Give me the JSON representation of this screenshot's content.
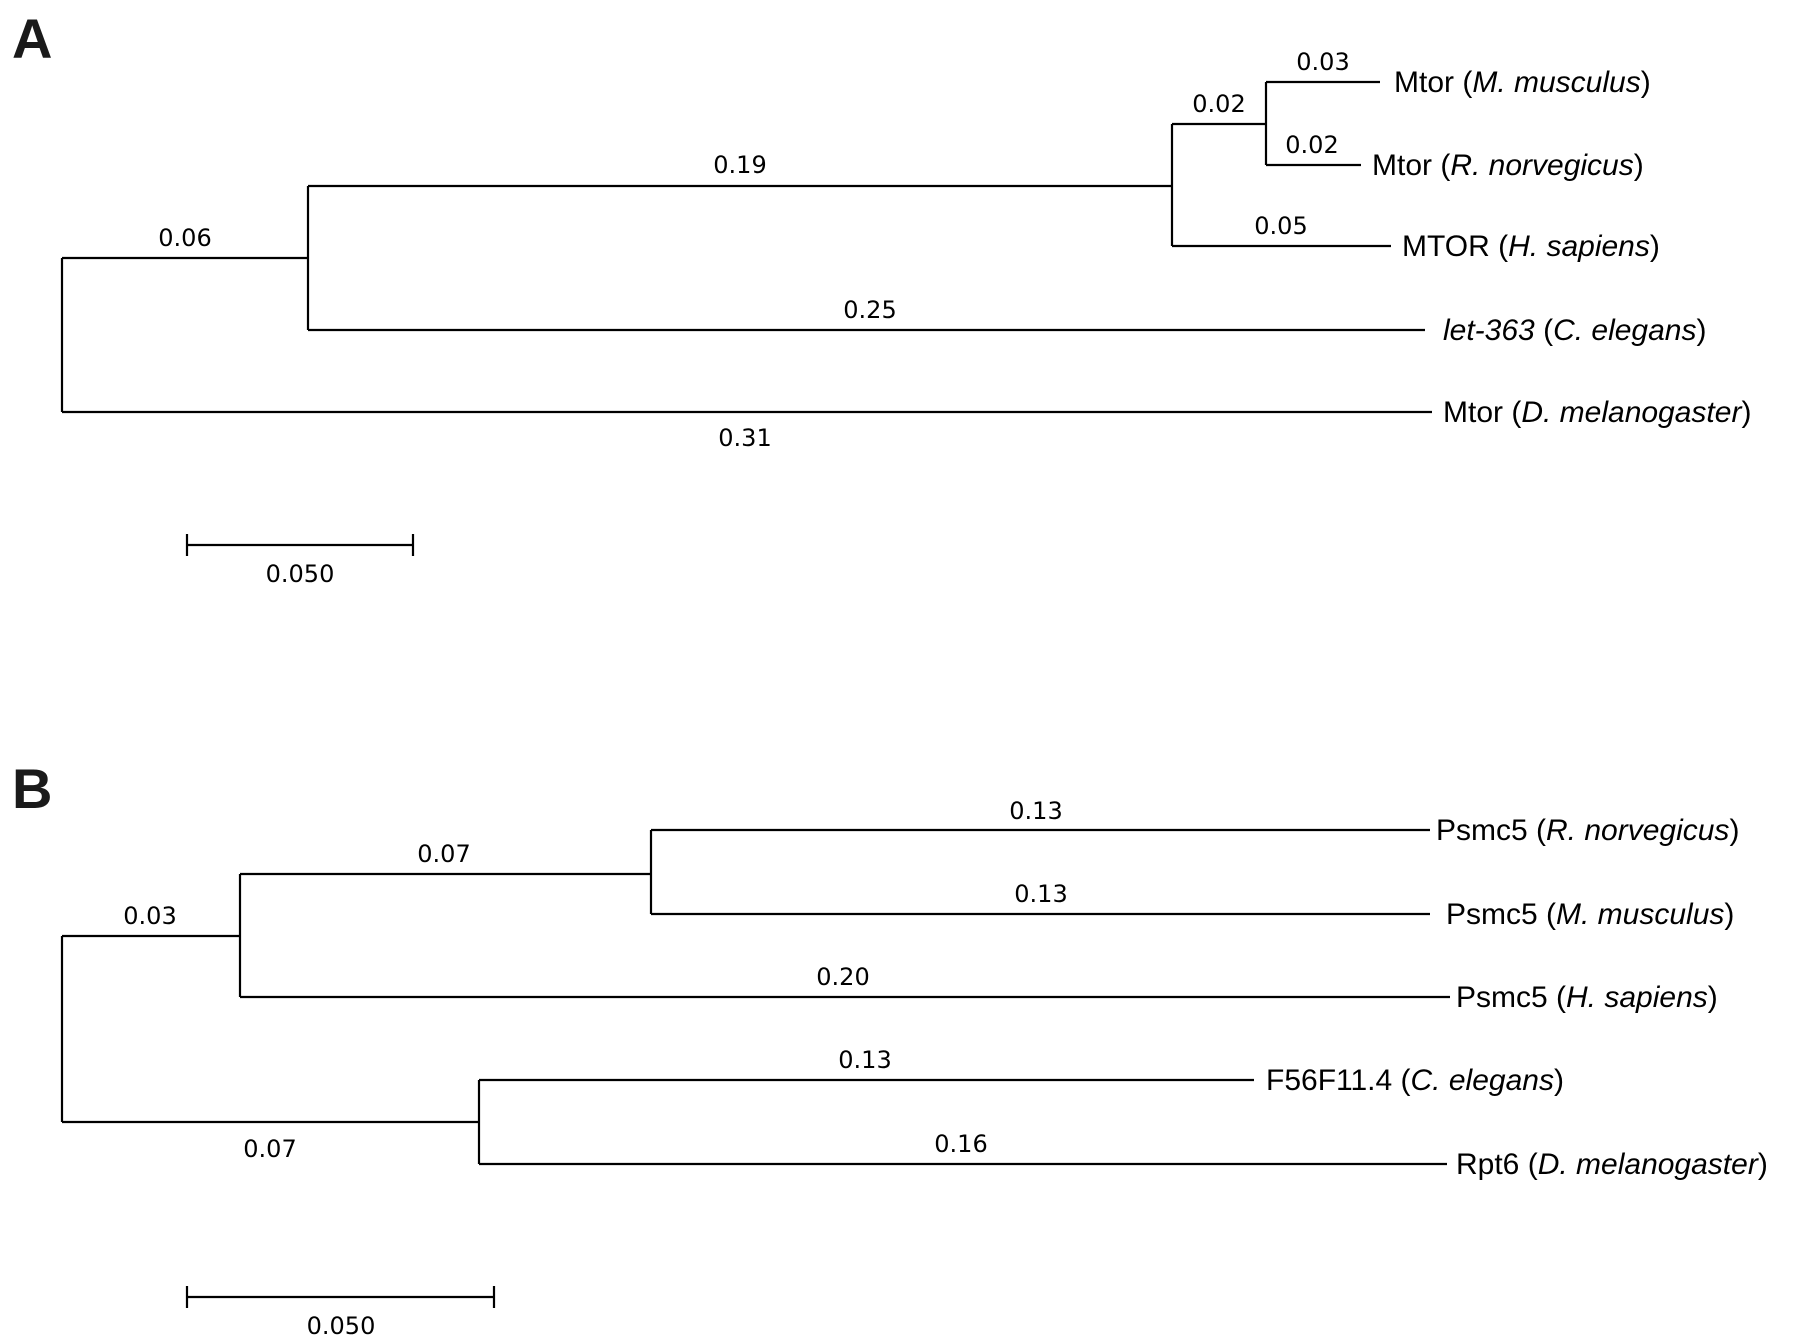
{
  "panels": [
    {
      "label": "A",
      "scale_bar": "0.050",
      "branch_lengths": [
        "0.03",
        "0.02",
        "0.02",
        "0.19",
        "0.05",
        "0.06",
        "0.25",
        "0.31"
      ],
      "taxa": [
        {
          "gene": "Mtor",
          "species": "M. musculus",
          "gene_italic": false
        },
        {
          "gene": "Mtor",
          "species": "R. norvegicus",
          "gene_italic": false
        },
        {
          "gene": "MTOR",
          "species": "H. sapiens",
          "gene_italic": false
        },
        {
          "gene": "let-363",
          "species": "C. elegans",
          "gene_italic": true
        },
        {
          "gene": "Mtor",
          "species": "D. melanogaster",
          "gene_italic": false
        }
      ]
    },
    {
      "label": "B",
      "scale_bar": "0.050",
      "branch_lengths": [
        "0.13",
        "0.07",
        "0.13",
        "0.03",
        "0.20",
        "0.13",
        "0.07",
        "0.16"
      ],
      "taxa": [
        {
          "gene": "Psmc5",
          "species": "R. norvegicus",
          "gene_italic": false
        },
        {
          "gene": "Psmc5",
          "species": "M. musculus",
          "gene_italic": false
        },
        {
          "gene": "Psmc5",
          "species": "H. sapiens",
          "gene_italic": false
        },
        {
          "gene": "F56F11.4",
          "species": "C. elegans",
          "gene_italic": false
        },
        {
          "gene": "Rpt6",
          "species": "D. melanogaster",
          "gene_italic": false
        }
      ]
    }
  ]
}
